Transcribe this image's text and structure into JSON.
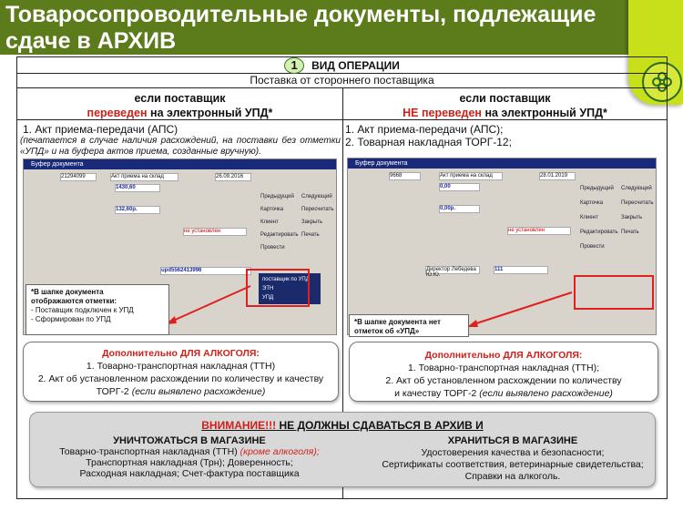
{
  "title": "Товаросопроводительные документы, подлежащие сдаче в АРХИВ",
  "operation": {
    "number": "1",
    "label": "ВИД ОПЕРАЦИИ",
    "subtitle": "Поставка от стороннего поставщика"
  },
  "left": {
    "head1": "если поставщик",
    "head_red": "переведен",
    "head2": " на электронный УПД*",
    "item1": "1. Акт приема-передачи (АПС)",
    "note": "(печатается в случае наличия расхождений, на поставки без отметки «УПД» и на буфера актов приема, созданные вручную).",
    "shot": {
      "title": "Буфер документа",
      "num": "21294099",
      "type": "Акт приема на склад",
      "date": "26.09.2016",
      "sum": "1430,60",
      "nds": "132,60р.",
      "kvc": "не установлен",
      "pd": "upd5562413996",
      "checks": [
        "поставщик по УПД",
        "ЭТН",
        "УПД"
      ]
    },
    "callout": [
      "*В шапке документа",
      "отображаются отметки:",
      "- Поставщик подключен к УПД",
      "- Сформирован по УПД"
    ],
    "alc_title_a": "Дополнительно ",
    "alc_title_b": "ДЛЯ АЛКОГОЛЯ:",
    "alc1": "1. Товарно-транспортная накладная (ТТН)",
    "alc2": "2.  Акт об установленном расхождении по количеству и качеству",
    "alc3": "ТОРГ-2 ",
    "alc3_note": "(если выявлено расхождение)"
  },
  "right": {
    "head1": "если поставщик",
    "head_red": "НЕ переведен",
    "head2": " на электронный УПД*",
    "item1": "1. Акт приема-передачи (АПС);",
    "item2": "2. Товарная накладная ТОРГ-12;",
    "shot": {
      "title": "Буфер документа",
      "num": "9668",
      "type": "Акт приема на склад",
      "date": "28.01.2019",
      "sum": "0,00",
      "nds": "0,00р.",
      "kvc": "не установлен",
      "pd": "111",
      "user": "Директор Лебедева Ю.Ю."
    },
    "callout": [
      "*В шапке документа нет",
      "отметок об «УПД»"
    ],
    "alc_title_a": "Дополнительно ",
    "alc_title_b": "ДЛЯ АЛКОГОЛЯ:",
    "alc1": "1. Товарно-транспортная накладная (ТТН);",
    "alc2": "2. Акт об установленном расхождении по количеству",
    "alc3": "и качеству ТОРГ-2 ",
    "alc3_note": "(если выявлено расхождение)"
  },
  "shot_actions": [
    "Предыдущий",
    "Следующий",
    "Карточка",
    "Пересчитать",
    "Клиент",
    "Закрыть",
    "Редактировать",
    "Печать",
    "Провести"
  ],
  "warning": {
    "red": "ВНИМАНИЕ!!!",
    "rest": " НЕ ДОЛЖНЫ СДАВАТЬСЯ В АРХИВ И",
    "destroy": {
      "title": "УНИЧТОЖАТЬСЯ В МАГАЗИНЕ",
      "l1": "Товарно-транспортная накладная (ТТН) ",
      "l1_note": "(кроме алкоголя);",
      "l2": "Транспортная накладная (Трн); Доверенность;",
      "l3": "Расходная накладная; Счет-фактура поставщика"
    },
    "keep": {
      "title": "ХРАНИТЬСЯ В МАГАЗИНЕ",
      "l1": "Удостоверения качества и безопасности;",
      "l2": "Сертификаты соответствия, ветеринарные свидетельства;",
      "l3": "Справки на алкоголь."
    }
  },
  "colors": {
    "header": "#5c7c1c",
    "accent_red": "#d0201a",
    "tab": "#c8e01a"
  }
}
